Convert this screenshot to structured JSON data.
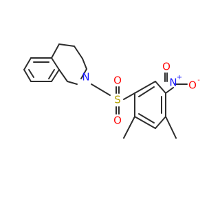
{
  "colors": {
    "bond": "#2d2d2d",
    "nitrogen": "#1a1aff",
    "oxygen": "#ff0d0d",
    "sulfur": "#b3a000",
    "background": "#ffffff"
  },
  "atoms": {
    "n_ring": "N",
    "s": "S",
    "o_top": "O",
    "o_bottom": "O",
    "n_nitro": "N",
    "n_nitro_charge": "+",
    "o_nitro_top": "O",
    "o_nitro_right": "O",
    "o_nitro_charge": "-"
  }
}
